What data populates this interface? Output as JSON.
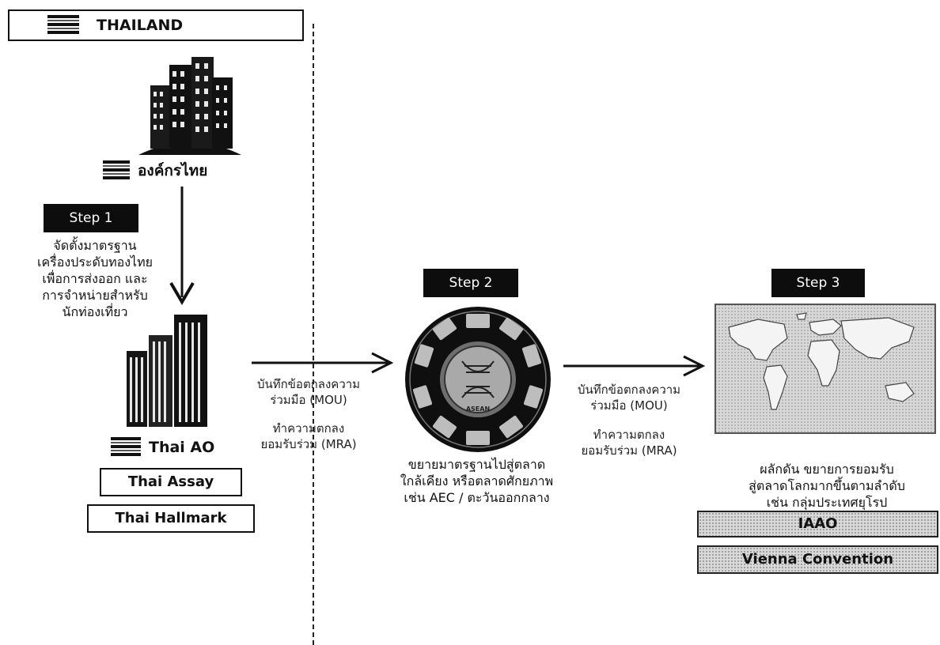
{
  "thailand": {
    "label": "THAILAND"
  },
  "org": {
    "label": "องค์กรไทย"
  },
  "step1": {
    "badge": "Step 1",
    "lines": [
      "จัดตั้งมาตรฐาน",
      "เครื่องประดับทองไทย",
      "เพื่อการส่งออก และ",
      "การจำหน่ายสำหรับ",
      "นักท่องเที่ยว"
    ]
  },
  "thai_ao": {
    "label": "Thai AO",
    "boxes": [
      "Thai Assay",
      "Thai Hallmark"
    ]
  },
  "arrow1_text": {
    "mou": [
      "บันทึกข้อตกลงความ",
      "ร่วมมือ (MOU)"
    ],
    "mra": [
      "ทำความตกลง",
      "ยอมรับร่วม (MRA)"
    ]
  },
  "step2": {
    "badge": "Step 2",
    "caption": [
      "ขยายมาตรฐานไปสู่ตลาด",
      "ใกล้เคียง หรือตลาดศักยภาพ",
      "เช่น AEC / ตะวันออกกลาง"
    ]
  },
  "arrow2_text": {
    "mou": [
      "บันทึกข้อตกลงความ",
      "ร่วมมือ (MOU)"
    ],
    "mra": [
      "ทำความตกลง",
      "ยอมรับร่วม (MRA)"
    ]
  },
  "step3": {
    "badge": "Step 3",
    "caption": [
      "ผลักดัน ขยายการยอมรับ",
      "สู่ตลาดโลกมากขึ้นตามลำดับ",
      "เช่น กลุ่มประเทศยุโรป"
    ],
    "boxes": [
      "IAAO",
      "Vienna Convention"
    ]
  },
  "emblem": {
    "text": "ASEAN"
  },
  "icons": {
    "flag": "thai-flag-icon",
    "building_top": "office-building-icon",
    "building_bottom": "office-building-icon",
    "emblem": "asean-emblem-icon",
    "map": "world-map-icon"
  }
}
